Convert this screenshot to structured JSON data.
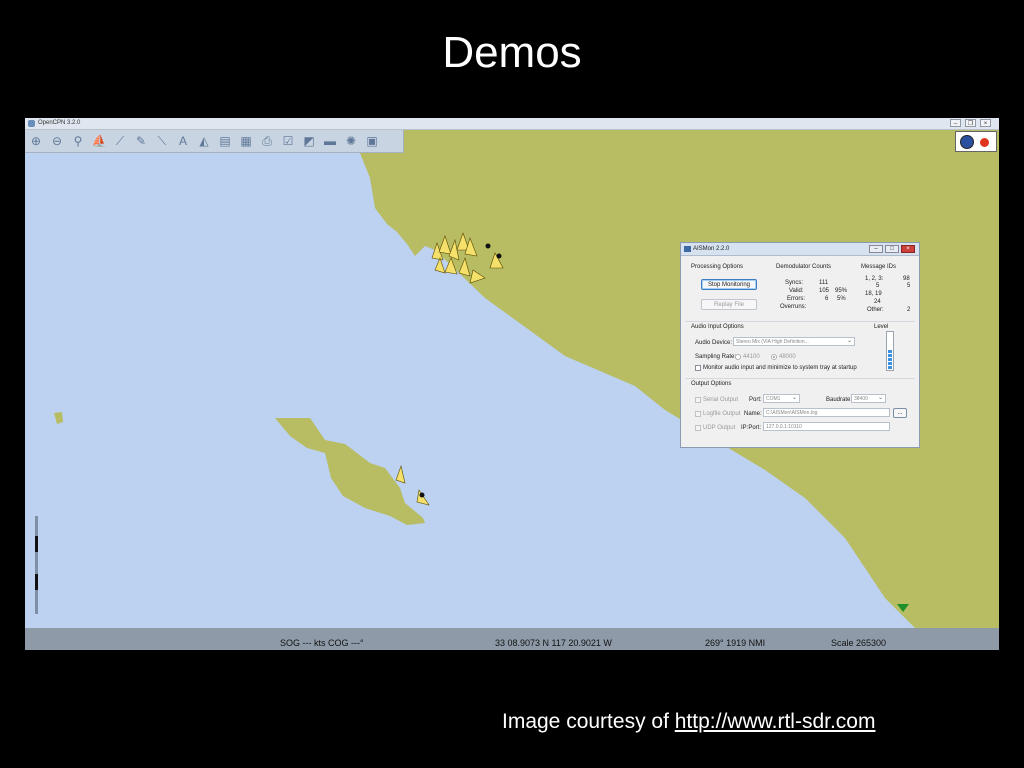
{
  "slide": {
    "title": "Demos",
    "caption_prefix": "Image courtesy of ",
    "caption_link": "http://www.rtl-sdr.com"
  },
  "opencpn": {
    "window_title": "OpenCPN 3.2.0",
    "toolbar_icons": [
      "zoom-in-icon",
      "zoom-out-icon",
      "scale-icon",
      "ownship-icon",
      "route-icon",
      "waypoint-icon",
      "measure-icon",
      "text-icon",
      "tide-icon",
      "current-icon",
      "chart-quilt-icon",
      "print-icon",
      "settings-icon",
      "color-scheme-icon",
      "mob-icon",
      "info-icon",
      "help-icon"
    ],
    "status": {
      "sog_cog": "SOG --- kts  COG ---°",
      "position": "33 08.9073 N   117 20.9021 W",
      "bearing_dist": "269°  1919 NMI",
      "scale": "Scale 265300"
    },
    "colors": {
      "sea": "#bcd2f0",
      "land": "#b8bc63",
      "target": "#f4e06a"
    }
  },
  "aismon": {
    "title": "AISMon 2.2.0",
    "processing_options": "Processing Options",
    "stop_monitoring": "Stop Monitoring",
    "replay_file": "Replay File",
    "demod_counts": "Demodulator Counts",
    "counts": {
      "syncs_label": "Syncs:",
      "syncs": "111",
      "valid_label": "Valid:",
      "valid": "105",
      "valid_pct": "95%",
      "errors_label": "Errors:",
      "errors": "6",
      "errors_pct": "5%",
      "overruns_label": "Overruns:"
    },
    "message_ids": {
      "title": "Message IDs",
      "rows": [
        {
          "ids": "1, 2, 3:",
          "count": "98"
        },
        {
          "ids": "5",
          "count": "5"
        },
        {
          "ids": "18, 19",
          "count": ""
        },
        {
          "ids": "24",
          "count": ""
        },
        {
          "ids": "Other:",
          "count": "2"
        }
      ]
    },
    "audio_input_options": "Audio Input Options",
    "audio_device_label": "Audio Device:",
    "audio_device_value": "Stereo Mix (VIA High Definition...",
    "sampling_rate_label": "Sampling Rate:",
    "rate_44100": "44100",
    "rate_48000": "48000",
    "monitor_label": "Monitor audio input and minimize to system tray at startup",
    "level_label": "Level",
    "level_fraction": 0.55,
    "output_options": "Output Options",
    "serial_output": "Serial Output",
    "port_label": "Port:",
    "port_value": "COM1",
    "baudrate_label": "Baudrate:",
    "baudrate_value": "38400",
    "logfile_output": "Logfile Output",
    "name_label": "Name:",
    "name_value": "C:\\AISMon\\AISMon.log",
    "browse_label": "...",
    "udp_output": "UDP Output",
    "ip_port_label": "IP:Port:",
    "ip_port_value": "127.0.0.1:10110"
  }
}
